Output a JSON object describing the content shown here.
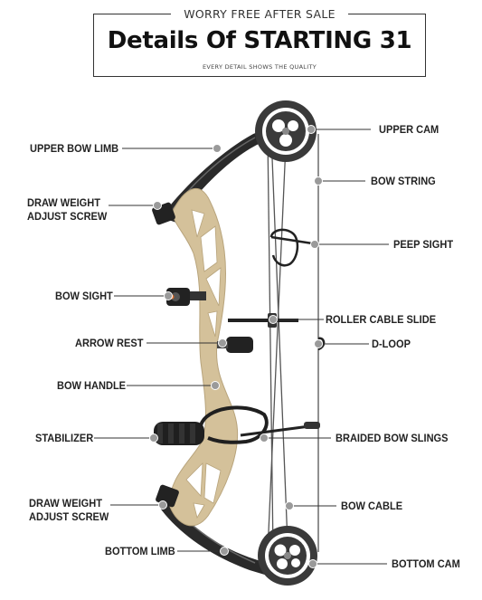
{
  "header": {
    "top_text": "WORRY FREE AFTER SALE",
    "title": "Details Of STARTING 31",
    "subtitle": "EVERY DETAIL SHOWS THE QUALITY"
  },
  "labels": {
    "upper_bow_limb": "UPPER BOW LIMB",
    "draw_weight_upper_1": "DRAW WEIGHT",
    "draw_weight_upper_2": "ADJUST SCREW",
    "bow_sight": "BOW SIGHT",
    "arrow_rest": "ARROW REST",
    "bow_handle": "BOW HANDLE",
    "stabilizer": "STABILIZER",
    "draw_weight_lower_1": "DRAW WEIGHT",
    "draw_weight_lower_2": "ADJUST SCREW",
    "bottom_limb": "BOTTOM LIMB",
    "upper_cam": "UPPER CAM",
    "bow_string": "BOW STRING",
    "peep_sight": "PEEP SIGHT",
    "roller_cable_slide": "ROLLER CABLE SLIDE",
    "d_loop": "D-LOOP",
    "braided_bow_slings": "BRAIDED BOW SLINGS",
    "bow_cable": "BOW CABLE",
    "bottom_cam": "BOTTOM CAM"
  },
  "colors": {
    "riser": "#d4c19a",
    "riser_dark": "#b8a47c",
    "limb": "#2a2a2a",
    "cam": "#3a3a3a",
    "leader": "#333333",
    "dot": "#9a9a9a"
  }
}
